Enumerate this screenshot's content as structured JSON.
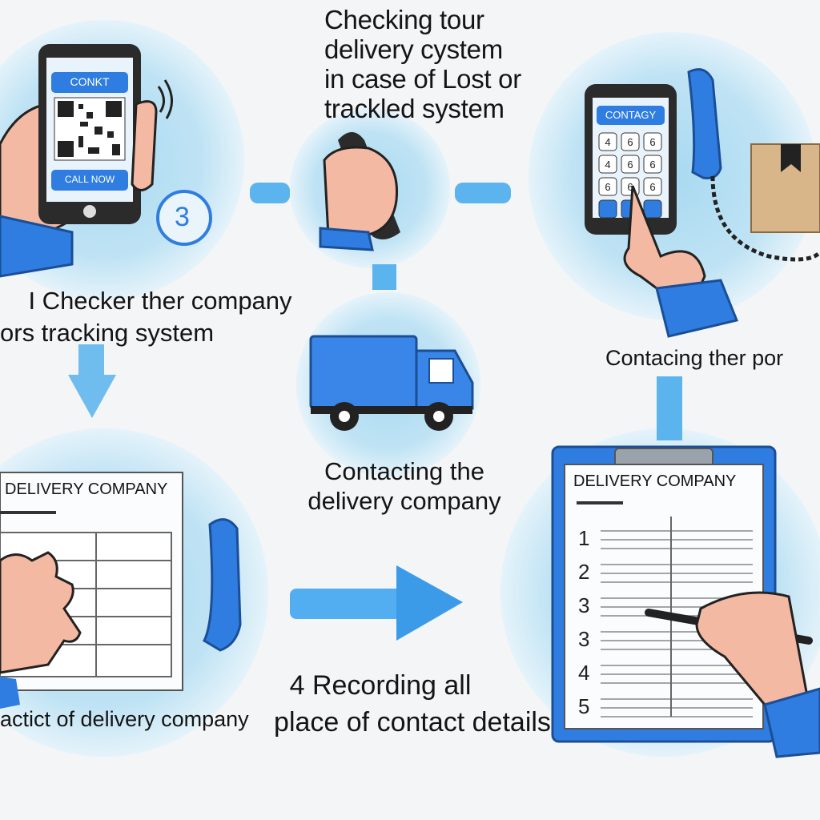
{
  "steps": {
    "top_center_title": [
      "Checking tour",
      "delivery cystem",
      "in case of Lost or",
      "trackled system"
    ],
    "top_left_caption": [
      "I Checker ther company",
      "ors tracking system"
    ],
    "top_left_badge": "3",
    "right_caption": "Contacing ther por",
    "middle_caption": [
      "Contacting the",
      "delivery company"
    ],
    "bottom_left_caption": "actict of delivery company",
    "bottom_caption": [
      "4 Recording all",
      "place of contact details"
    ]
  },
  "phone_left": {
    "header_label": "CONKT",
    "button_label": "CALL NOW"
  },
  "phone_right": {
    "header_label": "CONTAGY",
    "keypad": [
      "4",
      "6",
      "6",
      "4",
      "6",
      "6",
      "6",
      "6",
      "6",
      "",
      "",
      ""
    ]
  },
  "form_left": {
    "title": "DELIVERY COMPANY"
  },
  "form_right": {
    "title": "DELIVERY COMPANY",
    "row_numbers": [
      "1",
      "2",
      "3",
      "3",
      "4",
      "5"
    ]
  },
  "colors": {
    "accent_blue": "#2f7de1",
    "light_blue_circle": "#bfe3f4",
    "circle_glow": "#d9eef8",
    "connector_blue": "#4aa3ea",
    "skin": "#f4b9a2"
  }
}
